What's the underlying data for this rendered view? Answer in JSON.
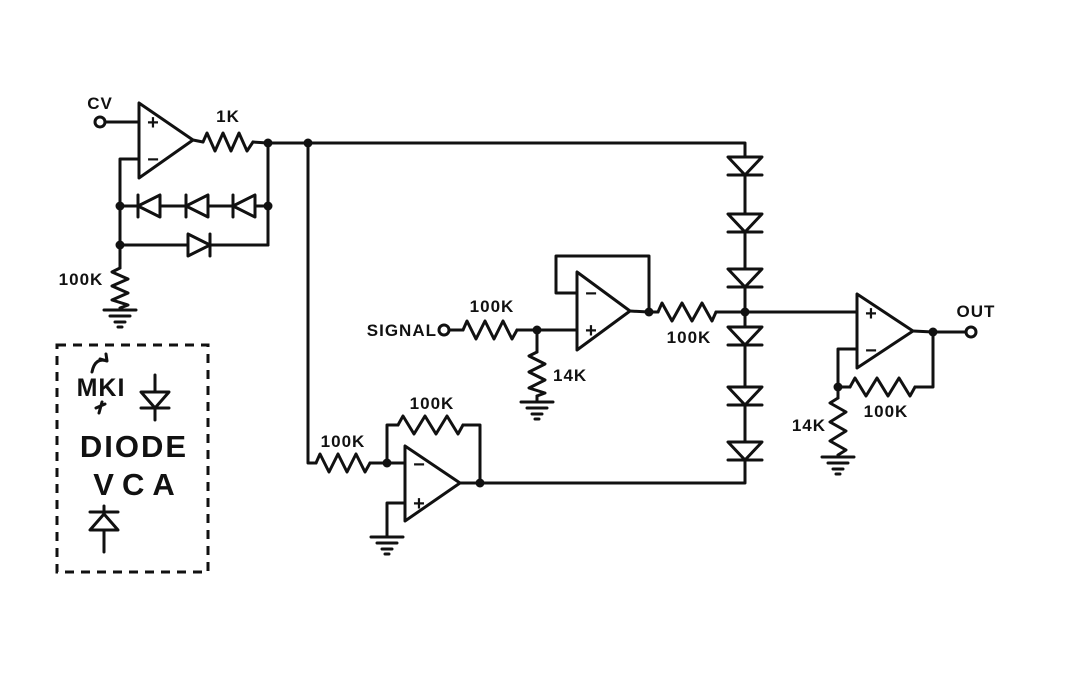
{
  "title": "Diode VCA hand-drawn schematic",
  "colors": {
    "ink": "#111111",
    "paper": "#ffffff"
  },
  "io": {
    "cv_label": "CV",
    "signal_label": "SIGNAL",
    "out_label": "OUT"
  },
  "resistors": {
    "cv_series": "1K",
    "cv_shunt": "100K",
    "signal_series": "100K",
    "signal_shunt": "14K",
    "buffer_out": "100K",
    "inverter_in": "100K",
    "inverter_fb": "100K",
    "output_fb": "100K",
    "output_shunt": "14K"
  },
  "opamps": {
    "plus": "+",
    "minus": "−"
  },
  "logo": {
    "mark": "MKI",
    "line1": "DIODE",
    "line2": "VCA"
  }
}
